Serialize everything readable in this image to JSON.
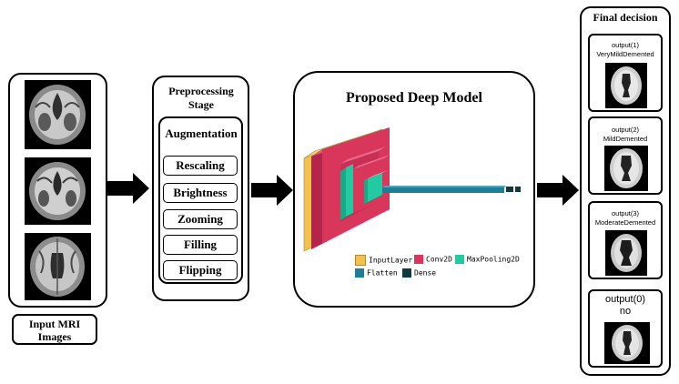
{
  "input": {
    "title": "Input MRI Images",
    "images": [
      "mri-coronal-1",
      "mri-coronal-2",
      "mri-axial-3"
    ]
  },
  "preprocessing": {
    "title": "Preprocessing Stage",
    "subtitle": "Augmentation",
    "steps": [
      "Rescaling",
      "Brightness",
      "Zooming",
      "Filling",
      "Flipping"
    ]
  },
  "model": {
    "title": "Proposed Deep Model",
    "layers": [
      "InputLayer",
      "Conv2D",
      "MaxPooling2D",
      "Flatten",
      "Dense"
    ],
    "colors": {
      "InputLayer": "#f2c14e",
      "Conv2D": "#d9365c",
      "MaxPooling2D": "#23c9a0",
      "Flatten": "#1f7e95",
      "Dense": "#0f3a40"
    }
  },
  "decision": {
    "title": "Final decision",
    "outputs": [
      {
        "line1": "output(1)",
        "line2": "VeryMildDemented"
      },
      {
        "line1": "output(2)",
        "line2": "MildDemented"
      },
      {
        "line1": "output(3)",
        "line2": "ModerateDemented"
      },
      {
        "line1": "output(0)",
        "line2": "no"
      }
    ]
  }
}
